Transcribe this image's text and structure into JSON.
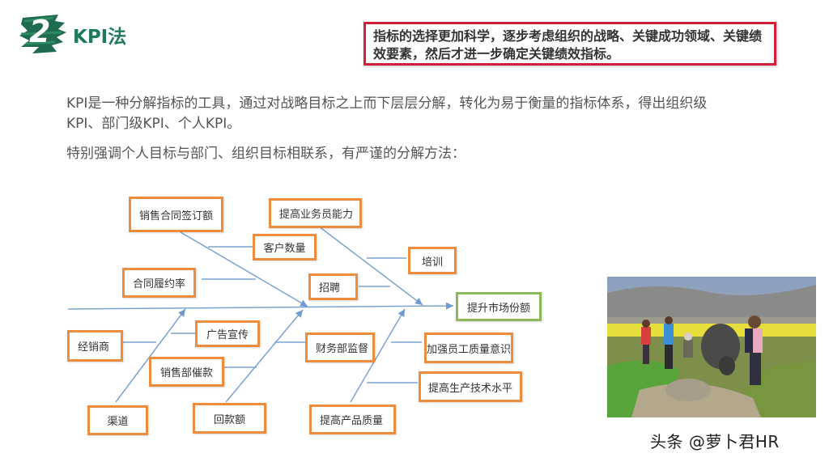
{
  "header": {
    "section_number": "2",
    "title": "KPI法",
    "accent_color": "#1f7a5a"
  },
  "callout": {
    "text": "指标的选择更加科学，逐步考虑组织的战略、关键成功领域、关键绩效要素，然后才进一步确定关键绩效指标。",
    "border_color": "#d1213a"
  },
  "body": {
    "paragraph1": "KPI是一种分解指标的工具，通过对战略目标之上而下层层分解，转化为易于衡量的指标体系，得出组织级KPI、部门级KPI、个人KPI。",
    "paragraph2": "特别强调个人目标与部门、组织目标相联系，有严谨的分解方法："
  },
  "fishbone": {
    "goal": "提升市场份额",
    "box_border_color": "#ee8c3e",
    "goal_border_color": "#8cb85a",
    "line_color": "#7ba3d4",
    "top_bones": [
      {
        "label": "销售合同签订额",
        "causes": [
          "客户数量",
          "合同履约率"
        ]
      },
      {
        "label": "提高业务员能力",
        "causes": [
          "培训",
          "招聘"
        ]
      }
    ],
    "bottom_bones": [
      {
        "label": "渠道",
        "causes": [
          "经销商",
          "广告宣传"
        ]
      },
      {
        "label": "回款额",
        "causes": [
          "销售部催款",
          "财务部监督"
        ]
      },
      {
        "label": "提高产品质量",
        "causes": [
          "加强员工质量意识",
          "提高生产技术水平"
        ]
      }
    ]
  },
  "photo": {
    "description": "children-walking-with-water-buffalo-in-rapeseed-field"
  },
  "watermark": "头条 @萝卜君HR"
}
